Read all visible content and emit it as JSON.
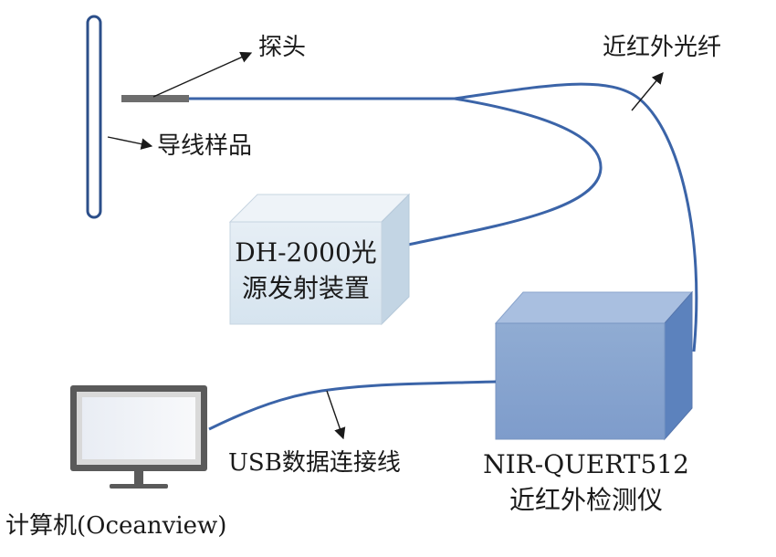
{
  "labels": {
    "probe": "探头",
    "wire_sample": "导线样品",
    "nir_fiber": "近红外光纤",
    "light_source_line1": "DH-2000光",
    "light_source_line2": "源发射装置",
    "usb_cable": "USB数据连接线",
    "detector_line1": "NIR-QUERT512",
    "detector_line2": "近红外检测仪",
    "computer": "计算机(Oceanview)"
  },
  "colors": {
    "fiber": "#3b64a8",
    "sample_outline": "#2c4f8a",
    "probe": "#6d6d6d",
    "source_box_front": "#dfeaf3",
    "detector_box_front": "#8aa7cf",
    "monitor_frame": "#5a5a5a"
  },
  "icons": [
    "computer-monitor-icon"
  ]
}
